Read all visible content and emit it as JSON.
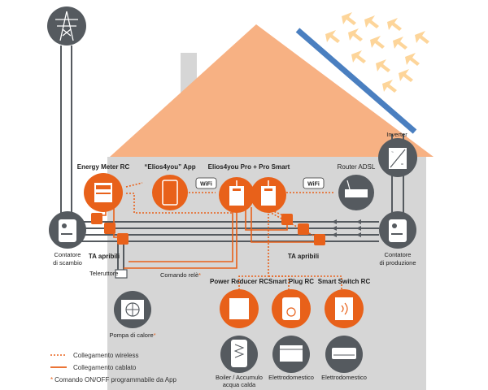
{
  "labels": {
    "inverter": "Inverter",
    "energy_meter": "Energy Meter RC",
    "elios_app": "“Elios4you” App",
    "elios_pro": "Elios4you Pro + Pro Smart",
    "router": "Router ADSL",
    "wifi": "WiFi",
    "ta_left": "TA apribili",
    "ta_right": "TA apribili",
    "meter_left_line1": "Contatore",
    "meter_left_line2": "di scambio",
    "meter_right_line1": "Contatore",
    "meter_right_line2": "di produzione",
    "teleruttore": "Teleruttore",
    "comando_rele": "Comando relè",
    "comando_rele_star": "*",
    "pompa": "Pompa di calore",
    "pompa_star": "*",
    "power_reducer": "Power Reducer RC",
    "smart_plug": "Smart Plug RC",
    "smart_switch": "Smart Switch RC",
    "boiler_line1": "Boiler / Accumulo",
    "boiler_line2": "acqua calda",
    "elettrodomestico_1": "Elettrodomestico",
    "elettrodomestico_2": "Elettrodomestico"
  },
  "legend": {
    "wireless": "Collegamento wireless",
    "wired": "Collegamento cablato",
    "note_star": "*",
    "note": "Comando ON/OFF programmabile da App"
  },
  "colors": {
    "orange": "#e8611a",
    "roof": "#f7b183",
    "house": "#d6d6d6",
    "dark": "#555a5f",
    "sun_arrow": "#fdd59a",
    "panel": "#4a7fc0"
  }
}
